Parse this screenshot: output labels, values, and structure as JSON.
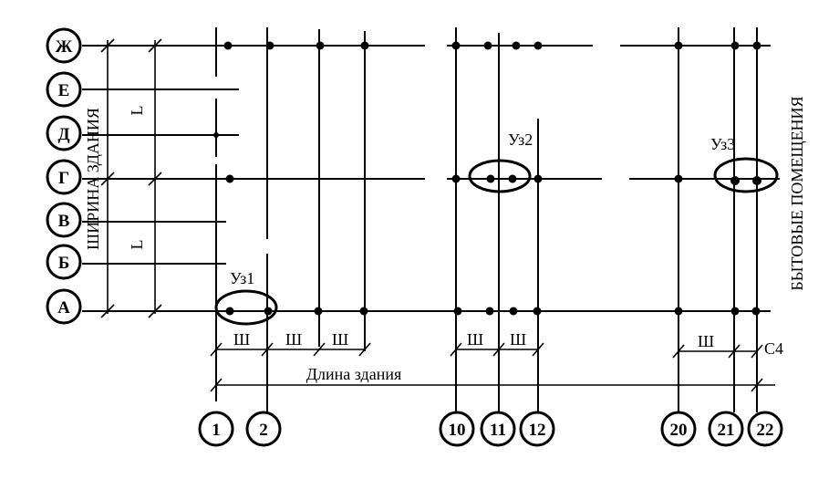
{
  "row_axes": [
    "Ж",
    "Е",
    "Д",
    "Г",
    "В",
    "Б",
    "А"
  ],
  "column_axes": [
    "1",
    "2",
    "10",
    "11",
    "12",
    "20",
    "21",
    "22"
  ],
  "span_label": "L",
  "side_label_left": "ШИРИНА ЗДАНИЯ",
  "side_label_right": "БЫТОВЫЕ ПОМЕЩЕНИЯ",
  "length_label": "Длина здания",
  "step_label": "Ш",
  "end_label": "С4",
  "nodes": [
    "Уз1",
    "Уз2",
    "Уз3"
  ]
}
